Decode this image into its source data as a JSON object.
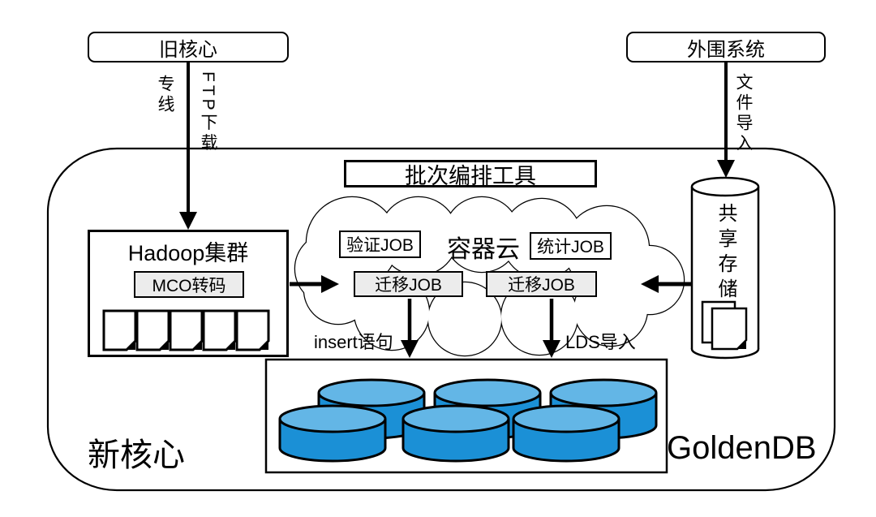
{
  "diagram": {
    "external": {
      "old_core": "旧核心",
      "peripheral_system": "外围系统"
    },
    "flows": {
      "dedicated_line": "专线",
      "ftp_download": "FTP下载",
      "file_import": "文件导入",
      "insert_sql": "insert语句",
      "lds_import": "LDS导入"
    },
    "container": {
      "new_core": "新核心",
      "goldendb": "GoldenDB",
      "batch_tool": "批次编排工具",
      "hadoop": {
        "title": "Hadoop集群",
        "mco_job": "MCO转码"
      },
      "cloud": {
        "title": "容器云",
        "verify_job": "验证JOB",
        "stats_job": "统计JOB",
        "migrate_job_left": "迁移JOB",
        "migrate_job_right": "迁移JOB"
      },
      "shared_storage": "共享存储"
    },
    "colors": {
      "db_body": "#1b90d6",
      "db_top": "#63b6e6",
      "job_box_bg": "#ececec",
      "stroke": "#000000"
    }
  }
}
